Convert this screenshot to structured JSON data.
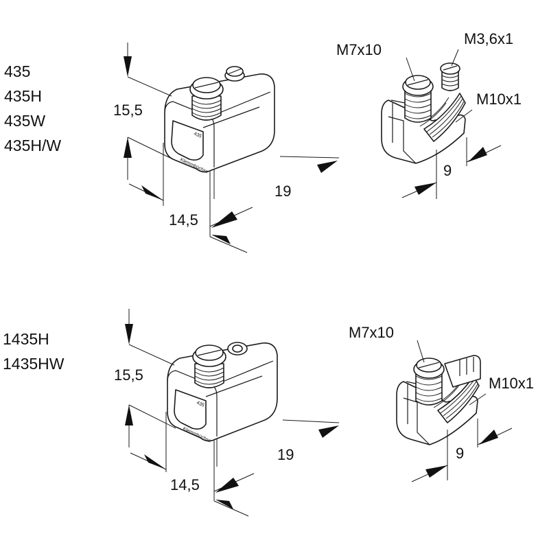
{
  "colors": {
    "line": "#1a1a1a",
    "background": "#ffffff"
  },
  "group1": {
    "models": [
      "435",
      "435H",
      "435W",
      "435H/W"
    ],
    "dims": {
      "height": "15,5",
      "width": "14,5",
      "length": "19",
      "gap": "9"
    },
    "threads": {
      "clamp_screw": "M7x10",
      "locking_screw": "M3,6x1",
      "conductor_thread": "M10x1"
    },
    "body_marks": [
      "435",
      "Klemmbüchse"
    ]
  },
  "group2": {
    "models": [
      "1435H",
      "1435HW"
    ],
    "dims": {
      "height": "15,5",
      "width": "14,5",
      "length": "19",
      "gap": "9"
    },
    "threads": {
      "clamp_screw": "M7x10",
      "conductor_thread": "M10x1"
    },
    "body_marks": [
      "435",
      "Klemmbüchse"
    ]
  }
}
